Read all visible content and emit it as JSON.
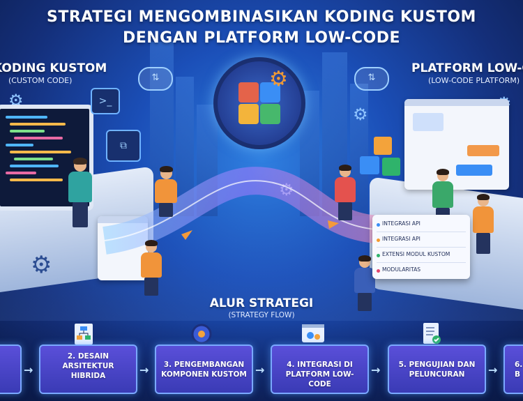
{
  "title": {
    "line1": "STRATEGI MENGOMBINASIKAN KODING KUSTOM",
    "line2": "DENGAN PLATFORM LOW-CODE"
  },
  "left_panel": {
    "label": "KODING KUSTOM",
    "sublabel": "(CUSTOM CODE)"
  },
  "right_panel": {
    "label": "PLATFORM LOW-CODE",
    "sublabel": "(LOW-CODE PLATFORM)"
  },
  "popup_items": [
    {
      "label": "INTEGRASI API",
      "color": "#3a8ef5"
    },
    {
      "label": "INTEGRASI API",
      "color": "#f59a2e"
    },
    {
      "label": "EXTENSI MODUL KUSTOM",
      "color": "#2fb36b"
    },
    {
      "label": "MODULARITAS",
      "color": "#e2466d"
    }
  ],
  "flow": {
    "title": "ALUR STRATEGI",
    "subtitle": "(STRATEGY FLOW)"
  },
  "steps": [
    {
      "line1": "",
      "line2": ""
    },
    {
      "line1": "2. DESAIN",
      "line2": "ARSITEKTUR",
      "line3": "HIBRIDA"
    },
    {
      "line1": "3. PENGEMBANGAN",
      "line2": "KOMPONEN KUSTOM"
    },
    {
      "line1": "4. INTEGRASI DI",
      "line2": "PLATFORM LOW-CODE"
    },
    {
      "line1": "5. PENGUJIAN DAN",
      "line2": "PELUNCURAN"
    },
    {
      "line1": "6.",
      "line2": "B"
    }
  ],
  "icons": {
    "cloud_left": "cloud-sync-icon",
    "cloud_right": "cloud-sync-icon",
    "terminal": "terminal-icon",
    "flowchart": "flowchart-icon",
    "puzzle": "puzzle-icon",
    "gear": "gear-icon"
  },
  "colors": {
    "accent": "#3a8ef5",
    "step_fill": "#4a45c8",
    "step_border": "#7aa8ff"
  }
}
